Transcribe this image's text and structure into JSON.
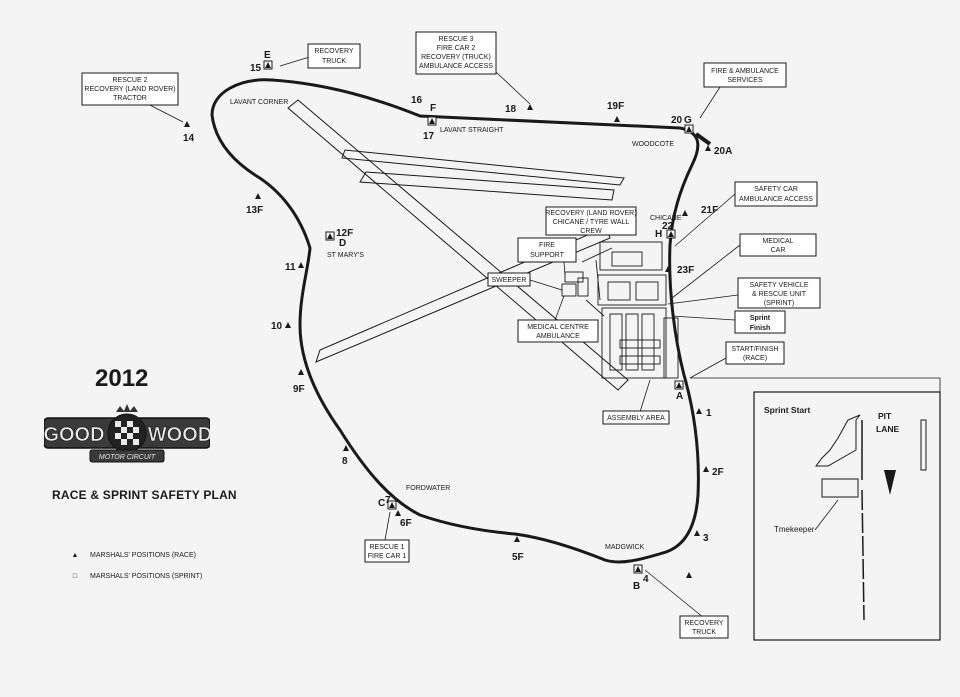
{
  "year": "2012",
  "logo": {
    "left_word": "GOOD",
    "right_word": "WOOD",
    "sub": "MOTOR CIRCUIT"
  },
  "plan_title": "RACE & SPRINT SAFETY PLAN",
  "legend": [
    {
      "symbol": "▲",
      "label": "MARSHALS' POSITIONS (RACE)"
    },
    {
      "symbol": "□",
      "label": "MARSHALS' POSITIONS (SPRINT)"
    }
  ],
  "places": {
    "lavant_corner": "LAVANT CORNER",
    "lavant_straight": "LAVANT STRAIGHT",
    "woodcote": "WOODCOTE",
    "chicane": "CHICANE",
    "st_marys": "ST MARY'S",
    "fordwater": "FORDWATER",
    "madgwick": "MADGWICK"
  },
  "posts": {
    "p15": "15",
    "pE": "E",
    "p14": "14",
    "p16": "16",
    "pF": "F",
    "p17": "17",
    "p18": "18",
    "p19F": "19F",
    "p20": "20",
    "pG": "G",
    "p20A": "20A",
    "p21F": "21F",
    "p22": "22",
    "pH": "H",
    "p23F": "23F",
    "p13F": "13F",
    "p12F": "12F",
    "pD": "D",
    "p11": "11",
    "p10": "10",
    "p9F": "9F",
    "p8": "8",
    "p7": "7",
    "pC": "C",
    "p6F": "6F",
    "p5F": "5F",
    "p4": "4",
    "pB": "B",
    "p3": "3",
    "p2F": "2F",
    "p1": "1",
    "pA": "A"
  },
  "boxes": {
    "recovery_truck_top": [
      "RECOVERY",
      "TRUCK"
    ],
    "rescue3": [
      "RESCUE 3",
      "FIRE CAR 2",
      "RECOVERY (TRUCK)",
      "AMBULANCE ACCESS"
    ],
    "rescue2": [
      "RESCUE 2",
      "RECOVERY (LAND ROVER)",
      "TRACTOR"
    ],
    "fire_ambulance": [
      "FIRE & AMBULANCE",
      "SERVICES"
    ],
    "safety_car": [
      "SAFETY CAR",
      "AMBULANCE ACCESS"
    ],
    "recovery_land_rover": [
      "RECOVERY (LAND ROVER)",
      "CHICANE / TYRE WALL",
      "CREW"
    ],
    "fire_support": [
      "FIRE",
      "SUPPORT"
    ],
    "sweeper": [
      "SWEEPER"
    ],
    "medical_car": [
      "MEDICAL",
      "CAR"
    ],
    "safety_vehicle": [
      "SAFETY VEHICLE",
      "& RESCUE UNIT",
      "(SPRINT)"
    ],
    "sprint_finish": [
      "Sprint",
      "Finish"
    ],
    "start_finish": [
      "START/FINISH",
      "(RACE)"
    ],
    "medical_centre": [
      "MEDICAL CENTRE",
      "AMBULANCE"
    ],
    "assembly_area": [
      "ASSEMBLY AREA"
    ],
    "rescue1": [
      "RESCUE 1",
      "FIRE CAR 1"
    ],
    "recovery_truck_bottom": [
      "RECOVERY",
      "TRUCK"
    ]
  },
  "inset": {
    "sprint_start": "Sprint Start",
    "pit": "PIT",
    "lane": "LANE",
    "timekeeper": "Tmekeeper"
  }
}
